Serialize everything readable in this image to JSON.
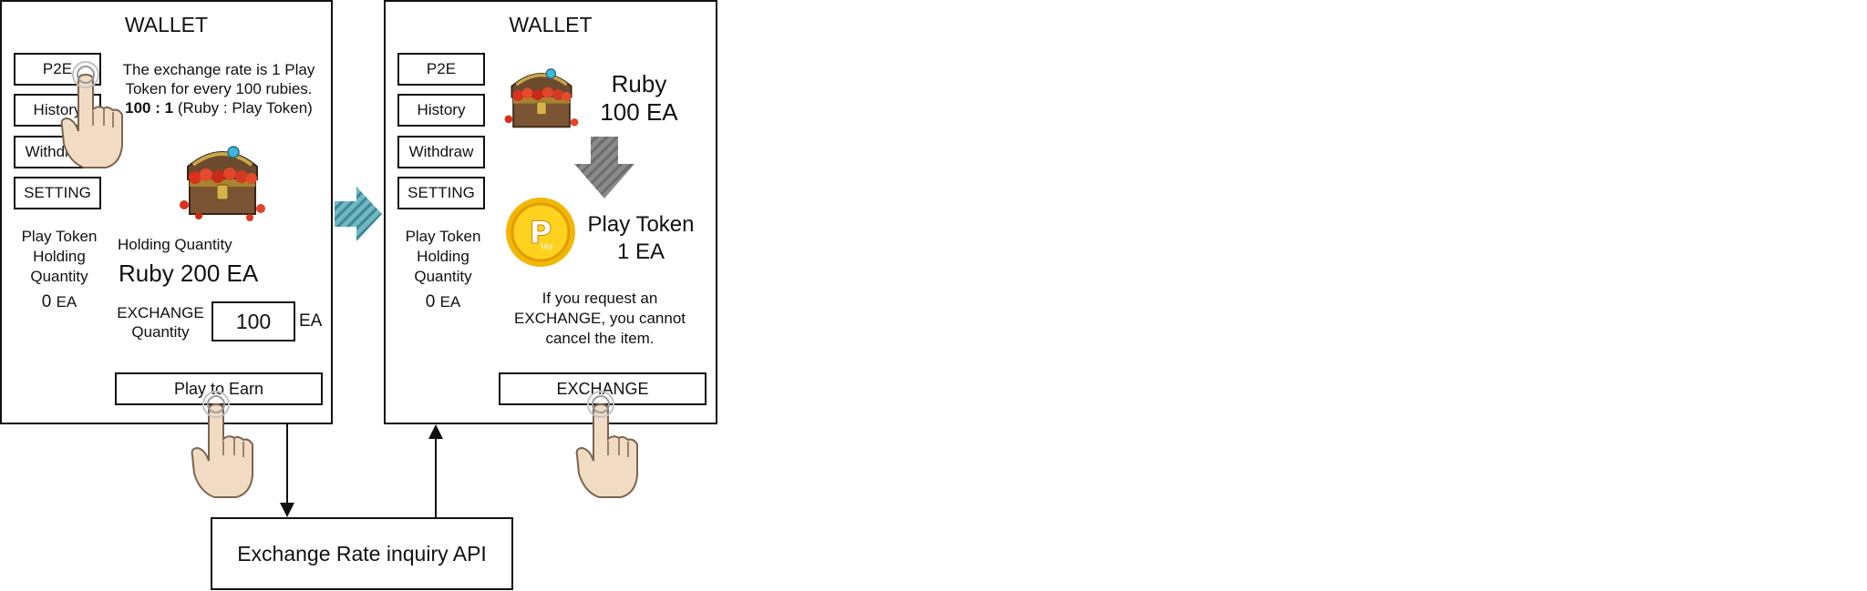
{
  "left_screen": {
    "title": "WALLET",
    "menu": [
      "P2E",
      "History",
      "Withdraw",
      "SETTING"
    ],
    "rate_text_line1": "The exchange rate is 1 Play",
    "rate_text_line2": "Token for every 100 rubies.",
    "rate_ratio": "100 : 1",
    "rate_ratio_note": "(Ruby : Play Token)",
    "holding_label_line1": "Play Token",
    "holding_label_line2": "Holding",
    "holding_label_line3": "Quantity",
    "holding_value": "0",
    "holding_unit": "EA",
    "holding_quantity_label": "Holding Quantity",
    "ruby_amount": "Ruby 200 EA",
    "exchange_label_line1": "EXCHANGE",
    "exchange_label_line2": "Quantity",
    "exchange_value": "100",
    "exchange_unit": "EA",
    "action_button": "Play to Earn"
  },
  "right_screen": {
    "title": "WALLET",
    "menu": [
      "P2E",
      "History",
      "Withdraw",
      "SETTING"
    ],
    "holding_label_line1": "Play Token",
    "holding_label_line2": "Holding",
    "holding_label_line3": "Quantity",
    "holding_value": "0",
    "holding_unit": "EA",
    "ruby_name": "Ruby",
    "ruby_amount": "100",
    "ruby_unit": "EA",
    "token_name": "Play Token",
    "token_amount": "1",
    "token_unit": "EA",
    "coin_mark": "P",
    "coin_sub": "lay",
    "warning_line1": "If you request an",
    "warning_line2": "EXCHANGE, you cannot",
    "warning_line3": "cancel the item.",
    "action_button": "EXCHANGE"
  },
  "api_box": {
    "label": "Exchange Rate inquiry API"
  },
  "colors": {
    "stroke": "#111111",
    "arrow_teal": "#5aa6b2",
    "arrow_gray": "#7a7a7a",
    "coin_gold": "#f2b705",
    "hand_skin": "#f1dcc3"
  },
  "icons": [
    "treasure-chest-icon",
    "pointing-hand-icon",
    "coin-icon",
    "down-arrow-icon",
    "right-arrow-icon"
  ]
}
